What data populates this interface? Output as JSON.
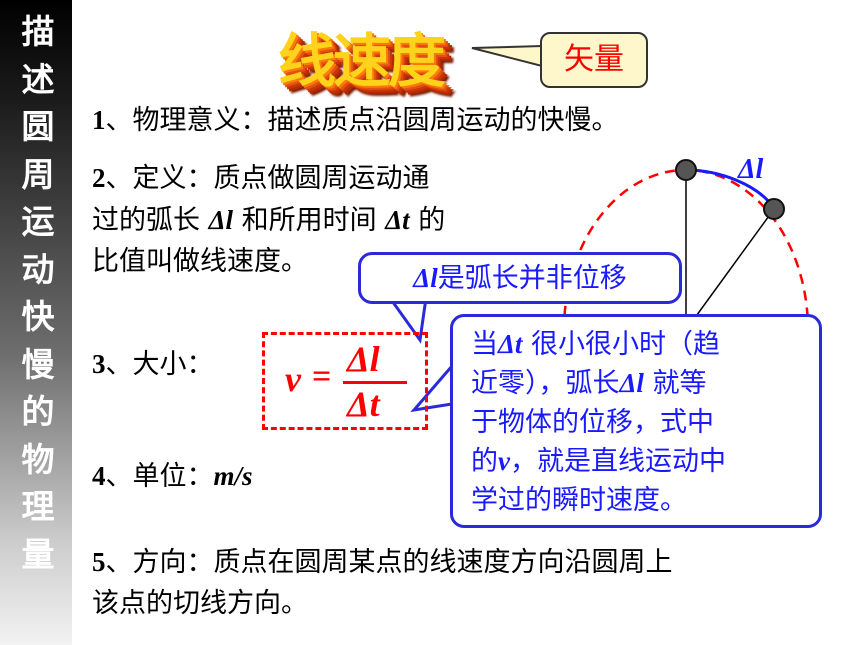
{
  "sidebar": {
    "title": [
      "描",
      "述",
      "圆",
      "周",
      "运",
      "动",
      "快",
      "慢",
      "的",
      "物",
      "理",
      "量"
    ]
  },
  "title": {
    "text": "线速度",
    "tag": "矢量"
  },
  "items": {
    "meaning": {
      "num": "1",
      "text": "、物理意义：描述质点沿圆周运动的快慢。"
    },
    "definition": {
      "num": "2",
      "line1": "、定义：质点做圆周运动通",
      "line2_a": "过的弧长 ",
      "line2_dl": "Δl",
      "line2_b": " 和所用时间 ",
      "line2_dt": "Δt",
      "line2_c": " 的",
      "line3": "比值叫做线速度。"
    },
    "size": {
      "num": "3",
      "text": "、大小："
    },
    "unit": {
      "num": "4",
      "text": "、单位：",
      "value": "m/s"
    },
    "direction": {
      "num": "5",
      "line1": "、方向：质点在圆周某点的线速度方向沿圆周上",
      "line2": "该点的切线方向。"
    }
  },
  "formula": {
    "v": "v",
    "eq": "=",
    "numerator": "Δl",
    "denominator": "Δt"
  },
  "notes": {
    "arc_note_dl": "Δl",
    "arc_note_text": "是弧长并非位移",
    "limit_note": {
      "l1_a": "当",
      "l1_dt": "Δt",
      "l1_b": " 很小很小时（趋",
      "l2_a": "近零），弧长",
      "l2_dl": "Δl",
      "l2_b": " 就等",
      "l3": "于物体的位移，式中",
      "l4_a": "的",
      "l4_v": "v",
      "l4_b": "，就是直线运动中",
      "l5": "学过的瞬时速度。"
    }
  },
  "diagram": {
    "arc_label": "Δl"
  },
  "colors": {
    "red": "#ff0000",
    "blue": "#1a1aff",
    "gold": "#ffd21c"
  }
}
